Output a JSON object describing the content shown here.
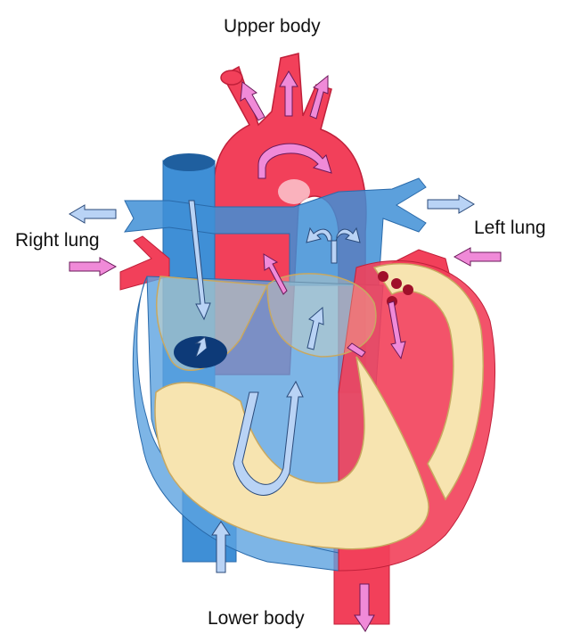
{
  "labels": {
    "upper_body": "Upper body",
    "right_lung": "Right lung",
    "left_lung": "Left lung",
    "lower_body": "Lower body"
  },
  "colors": {
    "oxygenated": "#f2405a",
    "deoxygenated": "#3f8fd6",
    "myocardium": "#f7e4b0",
    "arrow_oxygenated": "#f08ad8",
    "arrow_deoxygenated": "#b9d3f5"
  }
}
